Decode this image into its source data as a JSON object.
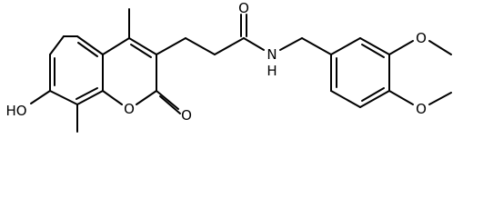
{
  "molecule": {
    "atom_labels": {
      "hydroxyl": "HO",
      "ring_oxygen": "O",
      "lactone_carbonyl": "O",
      "amide_carbonyl": "O",
      "amide_nitrogen": "N",
      "amide_hydrogen": "H",
      "methoxy_top": "O",
      "methoxy_bottom": "O"
    },
    "colors": {
      "bond": "#000000",
      "label": "#000000",
      "background": "#ffffff"
    }
  }
}
